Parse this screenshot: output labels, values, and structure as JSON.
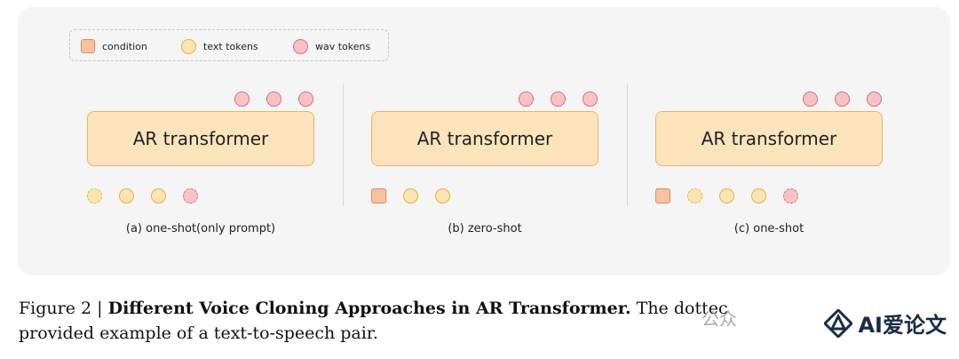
{
  "legend": {
    "condition": "condition",
    "text_tokens": "text tokens",
    "wav_tokens": "wav tokens"
  },
  "panels": [
    {
      "block_label": "AR transformer",
      "caption": "(a) one-shot(only prompt)",
      "top_tokens": [
        "wav",
        "wav",
        "wav"
      ],
      "bottom_tokens": [
        "text-dashed",
        "text",
        "text",
        "wav-dashed"
      ]
    },
    {
      "block_label": "AR transformer",
      "caption": "(b) zero-shot",
      "top_tokens": [
        "wav",
        "wav",
        "wav"
      ],
      "bottom_tokens": [
        "condition",
        "text",
        "text"
      ]
    },
    {
      "block_label": "AR transformer",
      "caption": "(c) one-shot",
      "top_tokens": [
        "wav",
        "wav",
        "wav"
      ],
      "bottom_tokens": [
        "condition",
        "text-dashed",
        "text",
        "text",
        "wav-dashed"
      ]
    }
  ],
  "figure_caption": {
    "prefix": "Figure 2 | ",
    "bold": "Different Voice Cloning Approaches in AR Transformer.",
    "rest_line1": " The dottec",
    "line2": "provided example of a text-to-speech pair."
  },
  "watermark": {
    "gray_text": "公众",
    "brand_text": "AI爱论文"
  },
  "colors": {
    "condition_fill": "#f7c2a2",
    "text_token_fill": "#fde5b3",
    "wav_token_fill": "#f7c3c6",
    "ar_box_fill": "#fde4bd",
    "panel_bg": "#f5f5f5"
  }
}
